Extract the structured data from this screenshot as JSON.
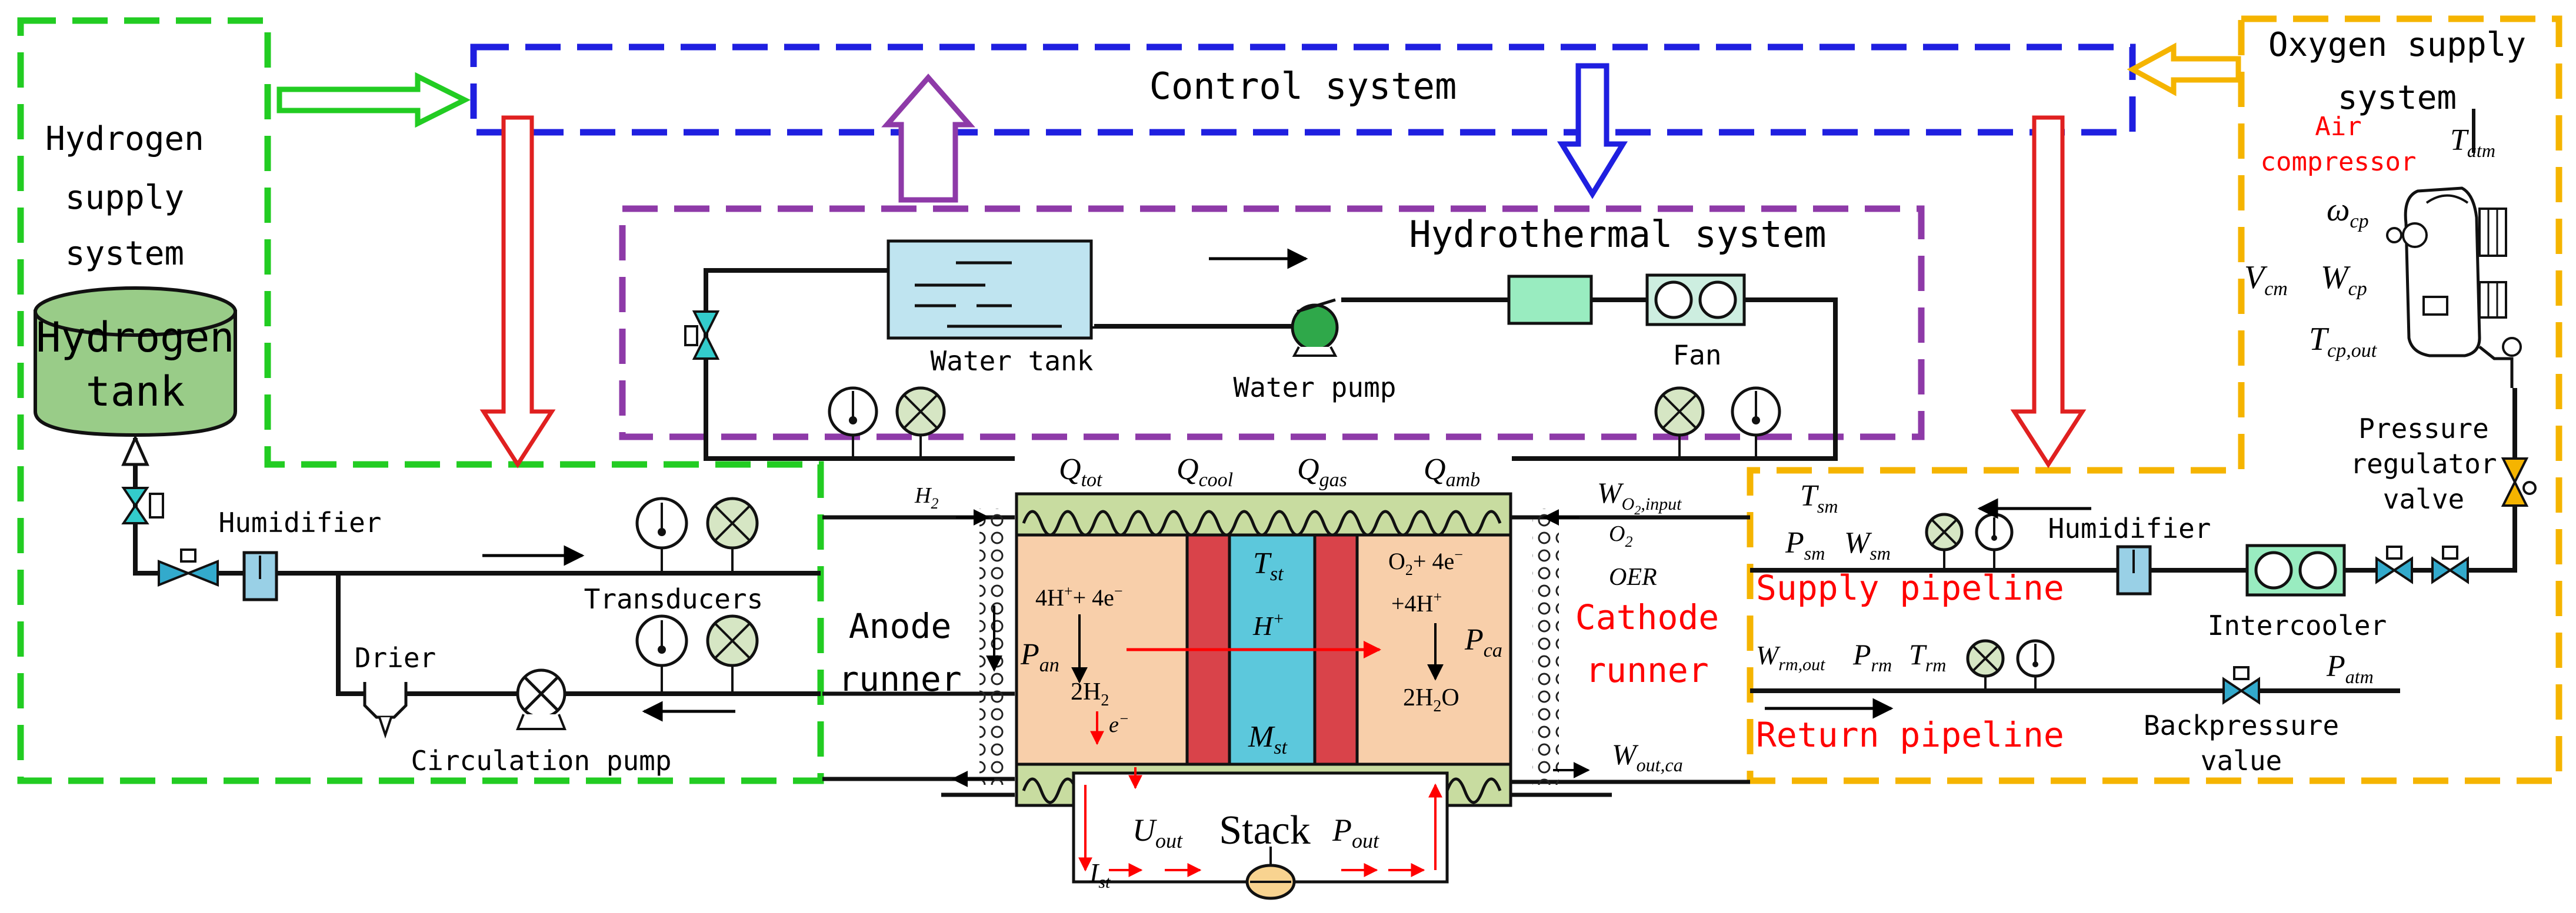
{
  "colors": {
    "hydrogen_border": "#22cc22",
    "control_border": "#1f1fe0",
    "hydrothermal_border": "#8e3aa8",
    "oxygen_border": "#f5b400",
    "red_arrow": "#e02020",
    "red_text": "#ff0000",
    "tank_fill": "#99cc88",
    "water_fill": "#bfe4f0",
    "stack_flow": "#c8dca0",
    "stack_cell": "#f8cfaa",
    "membrane": "#d9434a",
    "membrane_center": "#5cc8dc",
    "cooler_fill": "#99ecc0"
  },
  "control": {
    "title": "Control system"
  },
  "hydrogen": {
    "title_lines": [
      "Hydrogen",
      "supply",
      "system"
    ],
    "tank_lines": [
      "Hydrogen",
      "tank"
    ],
    "humidifier": "Humidifier",
    "transducers": "Transducers",
    "drier": "Drier",
    "circulation_pump": "Circulation pump"
  },
  "hydrothermal": {
    "title": "Hydrothermal system",
    "water_tank": "Water tank",
    "water_pump": "Water pump",
    "fan": "Fan"
  },
  "oxygen": {
    "title_lines": [
      "Oxygen supply",
      "system"
    ],
    "air_compressor_lines": [
      "Air",
      "compressor"
    ],
    "pressure_valve_lines": [
      "Pressure",
      "regulator",
      "valve"
    ],
    "humidifier": "Humidifier",
    "intercooler": "Intercooler",
    "backpressure_lines": [
      "Backpressure",
      "value"
    ],
    "supply_pipeline": "Supply pipeline",
    "return_pipeline": "Return pipeline"
  },
  "stack": {
    "label": "Stack",
    "anode_runner_lines": [
      "Anode",
      "runner"
    ],
    "cathode_runner_lines": [
      "Cathode",
      "runner"
    ],
    "oer": "OER"
  },
  "symbols": {
    "q_tot": {
      "main": "Q",
      "sub": "tot"
    },
    "q_cool": {
      "main": "Q",
      "sub": "cool"
    },
    "q_gas": {
      "main": "Q",
      "sub": "gas"
    },
    "q_amb": {
      "main": "Q",
      "sub": "amb"
    },
    "t_st": {
      "main": "T",
      "sub": "st"
    },
    "h_plus": "H",
    "m_st": {
      "main": "M",
      "sub": "st"
    },
    "p_an": {
      "main": "P",
      "sub": "an"
    },
    "p_ca": {
      "main": "P",
      "sub": "ca"
    },
    "anode_reaction": "4H",
    "anode_reaction_tail": "+ 4e",
    "cathode_reaction": "O",
    "cathode_reaction_tail": "+ 4e",
    "cathode_mid": "+4H",
    "two_h2": "2H",
    "two_h2o": "2H",
    "two_h2o_tail": "O",
    "e_minus": "e",
    "h2": "H",
    "o2": "O",
    "u_out": {
      "main": "U",
      "sub": "out"
    },
    "p_out": {
      "main": "P",
      "sub": "out"
    },
    "i_st": {
      "main": "I",
      "sub": "st"
    },
    "w_o2_input": {
      "main": "W",
      "sub": "O",
      "sub2": "2",
      "sub3": ",input"
    },
    "w_out_ca": {
      "main": "W",
      "sub": "out,ca"
    },
    "t_sm": {
      "main": "T",
      "sub": "sm"
    },
    "p_sm": {
      "main": "P",
      "sub": "sm"
    },
    "w_sm": {
      "main": "W",
      "sub": "sm"
    },
    "w_rm_out": {
      "main": "W",
      "sub": "rm,out"
    },
    "p_rm": {
      "main": "P",
      "sub": "rm"
    },
    "t_rm": {
      "main": "T",
      "sub": "rm"
    },
    "p_atm": {
      "main": "P",
      "sub": "atm"
    },
    "t_atm": {
      "main": "T",
      "sub": "atm"
    },
    "omega_cp": {
      "main": "ω",
      "sub": "cp"
    },
    "v_cm": {
      "main": "V",
      "sub": "cm"
    },
    "w_cp": {
      "main": "W",
      "sub": "cp"
    },
    "t_cp_out": {
      "main": "T",
      "sub": "cp,out"
    },
    "plus": "+",
    "minus": "−"
  }
}
